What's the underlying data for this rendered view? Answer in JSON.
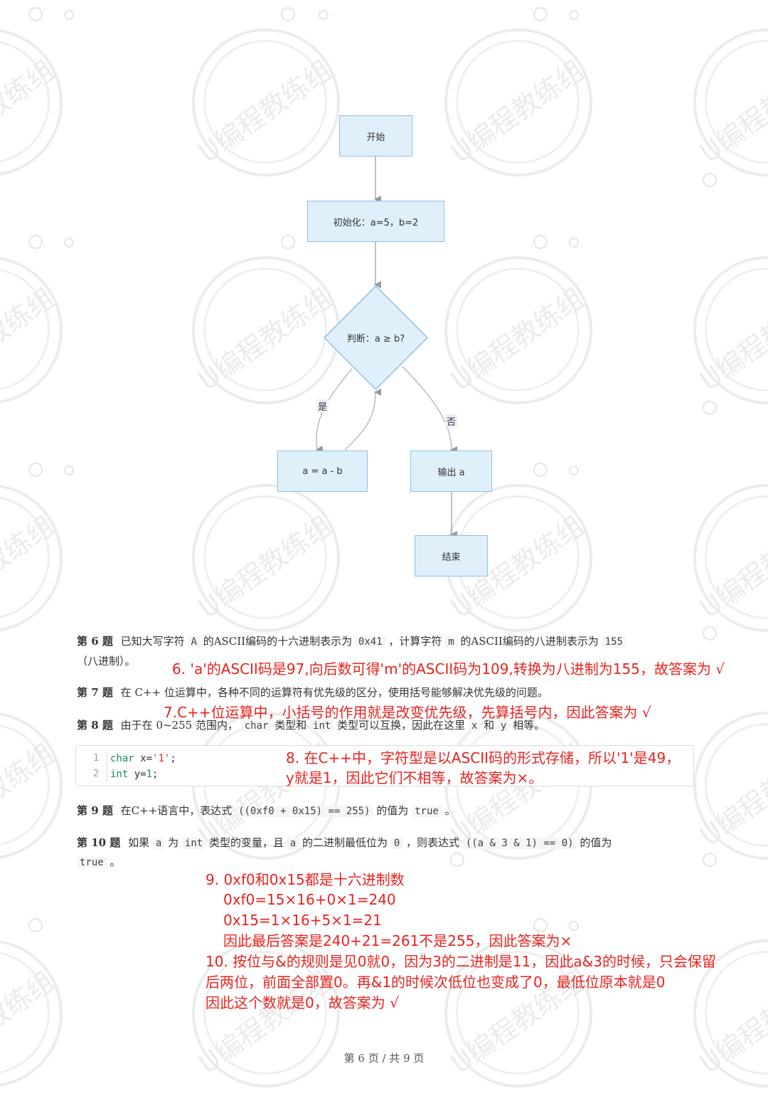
{
  "watermark": {
    "text": "U编程教练组"
  },
  "flowchart": {
    "nodes": {
      "start": "开始",
      "init": "初始化：a=5，b=2",
      "decision": "判断：a ≥ b?",
      "subtract": "a = a - b",
      "output": "输出 a",
      "end": "结束"
    },
    "edge_labels": {
      "yes": "是",
      "no": "否"
    }
  },
  "questions": {
    "q6": {
      "num": "第 6 题",
      "parts": [
        "已知大写字符",
        "A",
        "的ASCII编码的十六进制表示为",
        "0x41",
        "，计算字符",
        "m",
        "的ASCII编码的八进制表示为",
        "155"
      ],
      "line2": "（八进制）。"
    },
    "q7": {
      "num": "第 7 题",
      "text": "在 C++ 位运算中，各种不同的运算符有优先级的区分，使用括号能够解决优先级的问题。"
    },
    "q8": {
      "num": "第 8 题",
      "parts": [
        "由于在 0~255 范围内，",
        "char",
        "类型和",
        "int",
        "类型可以互换，因此在这里",
        "x",
        "和",
        "y",
        "相等。"
      ],
      "code": {
        "line_numbers": [
          "1",
          "2"
        ],
        "lines": [
          {
            "kw": "char",
            "rest1": " x=",
            "str": "'1'",
            "rest2": ";"
          },
          {
            "kw": "int",
            "rest1": " y=",
            "num": "1",
            "rest2": ";"
          }
        ]
      }
    },
    "q9": {
      "num": "第 9 题",
      "parts": [
        "在C++语言中，表达式",
        "((0xf0 + 0x15) == 255)",
        "的值为",
        "true",
        "。"
      ]
    },
    "q10": {
      "num": "第 10 题",
      "parts": [
        "如果",
        "a",
        "为",
        "int",
        "类型的变量，且",
        "a",
        "的二进制最低位为",
        "0",
        "，则表达式",
        "((a & 3 & 1) == 0)",
        "的值为"
      ],
      "line2": [
        "true",
        "。"
      ]
    }
  },
  "annotations": {
    "a6": "6. 'a'的ASCII码是97,向后数可得'm'的ASCII码为109,转换为八进制为155，故答案为 √",
    "a7": "7.C++位运算中，小括号的作用就是改变优先级，先算括号内，因此答案为 √",
    "a8": [
      "8. 在C++中，字符型是以ASCII码的形式存储，所以'1'是49，",
      "y就是1，因此它们不相等，故答案为×。"
    ],
    "a9": [
      "9. 0xf0和0x15都是十六进制数",
      "0xf0=15×16+0×1=240",
      "0x15=1×16+5×1=21",
      "因此最后答案是240+21=261不是255，因此答案为×"
    ],
    "a10": [
      "10. 按位与&的规则是见0就0，因为3的二进制是11，因此a&3的时候，只会保留",
      "后两位，前面全部置0。再&1的时候次低位也变成了0，最低位原本就是0",
      "因此这个数就是0，故答案为 √"
    ]
  },
  "footer": {
    "page": "第 6 页 / 共 9 页"
  },
  "colors": {
    "annotation": "#e8231e",
    "node_fill": "#dff0fb",
    "node_border": "#8cbfe8",
    "keyword": "#1c8a5e"
  }
}
